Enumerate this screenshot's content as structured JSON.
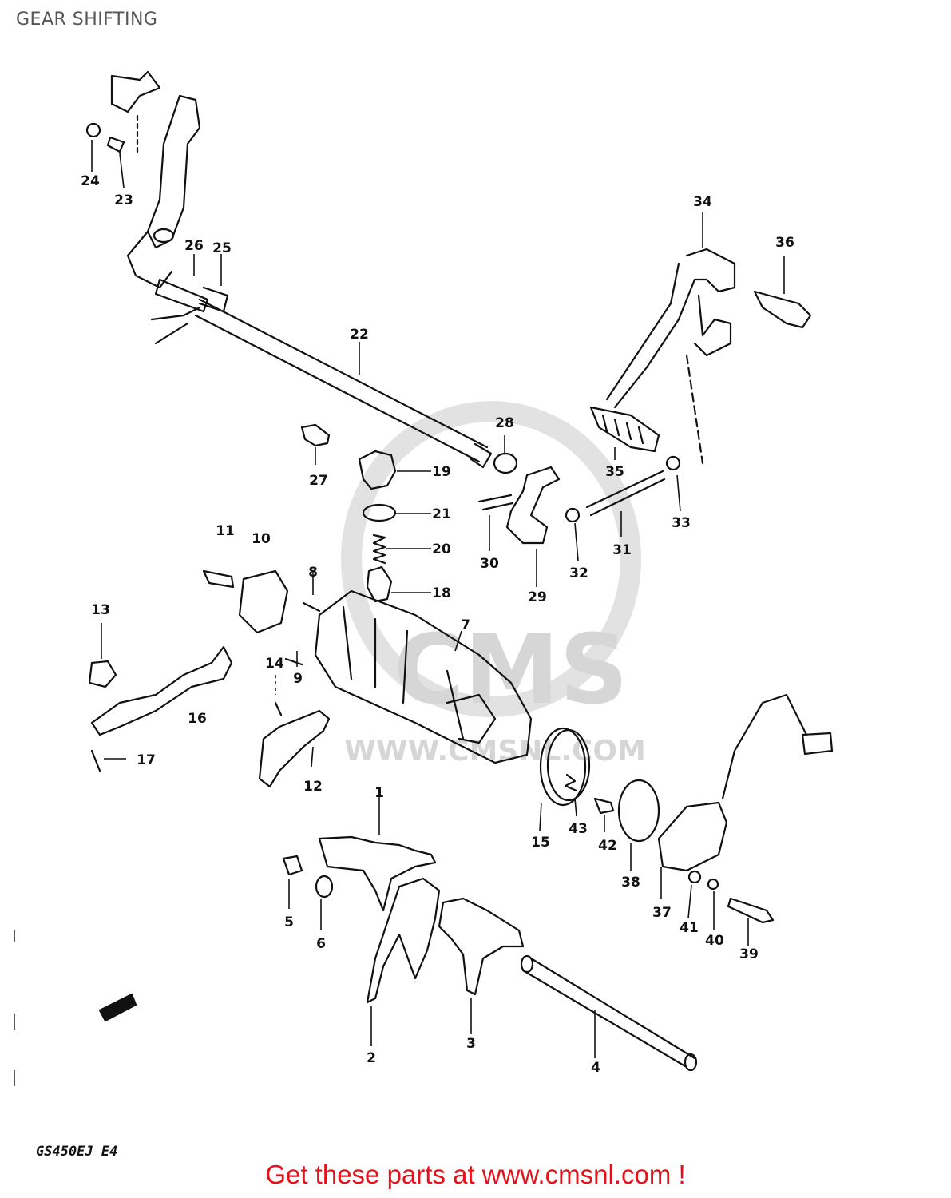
{
  "title": "GEAR SHIFTING",
  "model_code": "GS450EJ E4",
  "footer": "Get these parts at www.cmsnl.com !",
  "watermark": {
    "brand": "CMS",
    "url": "WWW.CMSNL.COM"
  },
  "colors": {
    "line": "#111111",
    "footer": "#e5121b",
    "title": "#555555",
    "watermark": "#d9d9d9"
  },
  "part_labels": [
    "1",
    "2",
    "3",
    "4",
    "5",
    "6",
    "7",
    "8",
    "9",
    "10",
    "11",
    "12",
    "13",
    "14",
    "15",
    "16",
    "17",
    "18",
    "19",
    "20",
    "21",
    "22",
    "23",
    "24",
    "25",
    "26",
    "27",
    "28",
    "29",
    "30",
    "31",
    "32",
    "33",
    "34",
    "35",
    "36",
    "37",
    "38",
    "39",
    "40",
    "41",
    "42",
    "43"
  ]
}
